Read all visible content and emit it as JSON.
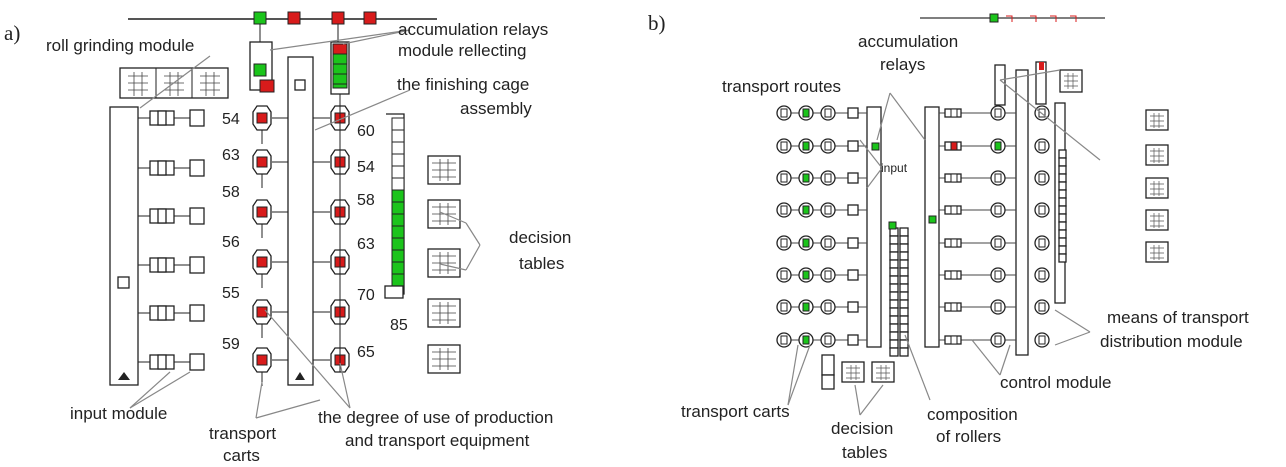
{
  "panel_a": {
    "tag": "a)",
    "labels": {
      "roll_grinding": "roll grinding module",
      "accumulation_relays": "accumulation relays",
      "module_reflecting": "module rellecting",
      "finishing_cage_1": "the finishing cage",
      "finishing_cage_2": "assembly",
      "decision_tables_1": "decision",
      "decision_tables_2": "tables",
      "input_module": "input module",
      "transport_carts_1": "transport",
      "transport_carts_2": "carts",
      "degree_1": "the degree of use of production",
      "degree_2": "and transport equipment"
    },
    "left_numbers": [
      "54",
      "63",
      "58",
      "56",
      "55",
      "59"
    ],
    "right_numbers": [
      "60",
      "54",
      "58",
      "63",
      "70",
      "65"
    ],
    "extra_number": "85"
  },
  "panel_b": {
    "tag": "b)",
    "labels": {
      "accumulation_1": "accumulation",
      "accumulation_2": "relays",
      "transport_routes": "transport routes",
      "input": "input",
      "means_1": "means of transport",
      "means_2": "distribution module",
      "control_module": "control module",
      "transport_carts": "transport carts",
      "decision_1": "decision",
      "decision_2": "tables",
      "composition_1": "composition",
      "composition_2": "of rollers"
    }
  },
  "colors": {
    "active_red": "#d81b1b",
    "active_green": "#1bc41b",
    "line_gray": "#888888"
  },
  "icons": [
    "cart-icon",
    "roller-icon",
    "decision-table-icon",
    "relay-cell-icon"
  ]
}
